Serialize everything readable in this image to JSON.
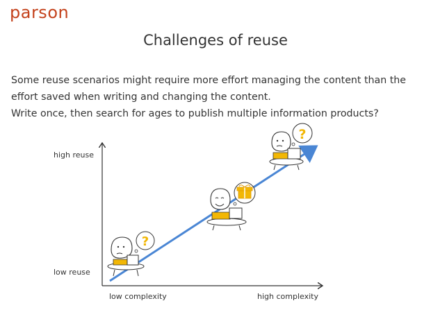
{
  "brand": {
    "logo_text": "parson",
    "logo_color": "#c4421c"
  },
  "slide": {
    "title": "Challenges of reuse",
    "paragraph_1": "Some reuse scenarios might require more effort managing the content than the effort saved when writing and changing the content.",
    "paragraph_2": "Write once, then search for ages to publish multiple information products?"
  },
  "diagram": {
    "y_axis": {
      "high_label": "high reuse",
      "low_label": "low reuse"
    },
    "x_axis": {
      "low_label": "low complexity",
      "high_label": "high complexity"
    },
    "trend_arrow_color": "#4a86d4",
    "figures": [
      {
        "name": "confused-worker",
        "thought": "?"
      },
      {
        "name": "happy-worker",
        "thought": "gift"
      },
      {
        "name": "confused-worker-top",
        "thought": "?"
      }
    ],
    "accent_yellow": "#f2b705"
  }
}
